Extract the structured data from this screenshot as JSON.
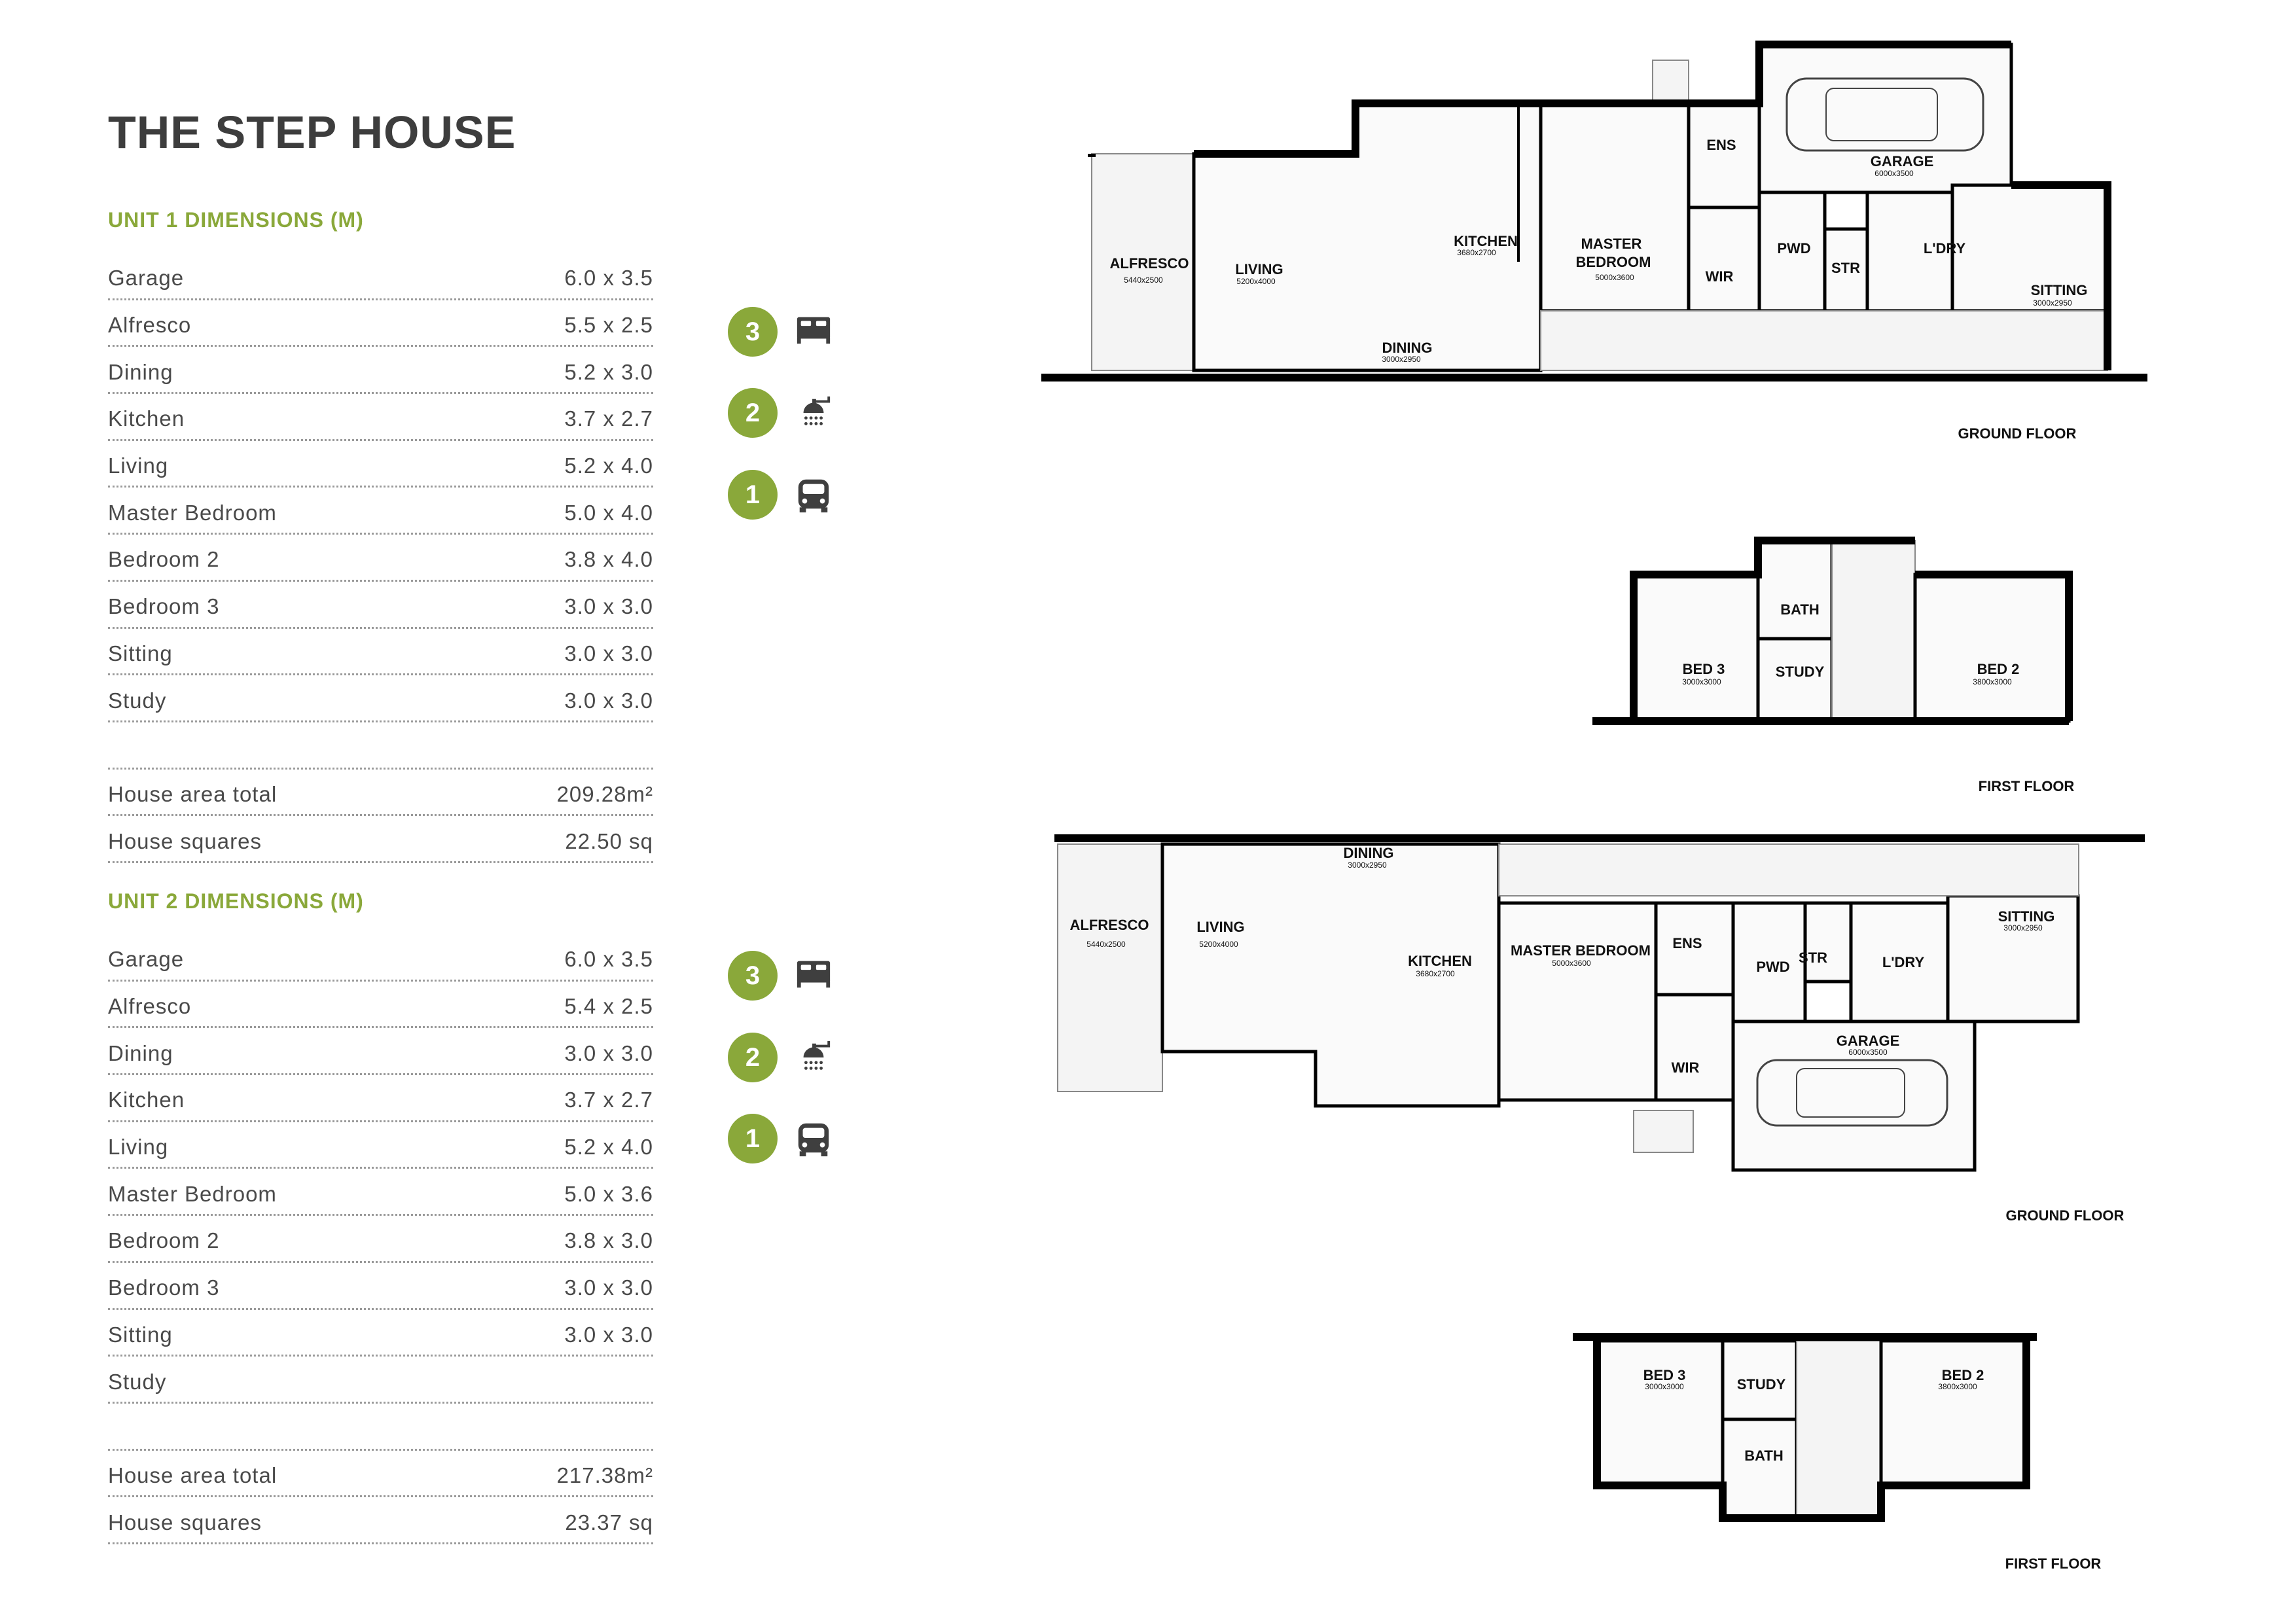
{
  "title": "THE STEP HOUSE",
  "units": [
    {
      "heading": "UNIT 1 DIMENSIONS (M)",
      "rows": [
        {
          "label": "Garage",
          "value": "6.0 x 3.5"
        },
        {
          "label": "Alfresco",
          "value": "5.5 x 2.5"
        },
        {
          "label": "Dining",
          "value": "5.2 x 3.0"
        },
        {
          "label": "Kitchen",
          "value": "3.7 x 2.7"
        },
        {
          "label": "Living",
          "value": "5.2 x 4.0"
        },
        {
          "label": "Master Bedroom",
          "value": "5.0 x 4.0"
        },
        {
          "label": "Bedroom 2",
          "value": "3.8 x 4.0"
        },
        {
          "label": "Bedroom 3",
          "value": "3.0 x 3.0"
        },
        {
          "label": "Sitting",
          "value": "3.0 x 3.0"
        },
        {
          "label": "Study",
          "value": "3.0 x 3.0"
        },
        {
          "label": "",
          "value": ""
        },
        {
          "label": "House area total",
          "value": "209.28m²"
        },
        {
          "label": "House squares",
          "value": "22.50 sq"
        }
      ],
      "features": [
        {
          "count": "3",
          "icon": "bed-icon"
        },
        {
          "count": "2",
          "icon": "shower-icon"
        },
        {
          "count": "1",
          "icon": "car-icon"
        }
      ]
    },
    {
      "heading": "UNIT 2 DIMENSIONS (M)",
      "rows": [
        {
          "label": "Garage",
          "value": "6.0 x 3.5"
        },
        {
          "label": "Alfresco",
          "value": "5.4 x 2.5"
        },
        {
          "label": "Dining",
          "value": "3.0 x 3.0"
        },
        {
          "label": "Kitchen",
          "value": "3.7 x 2.7"
        },
        {
          "label": "Living",
          "value": "5.2 x 4.0"
        },
        {
          "label": "Master Bedroom",
          "value": "5.0 x 3.6"
        },
        {
          "label": "Bedroom 2",
          "value": "3.8 x 3.0"
        },
        {
          "label": "Bedroom 3",
          "value": "3.0 x 3.0"
        },
        {
          "label": "Sitting",
          "value": "3.0 x 3.0"
        },
        {
          "label": "Study",
          "value": ""
        },
        {
          "label": "",
          "value": ""
        },
        {
          "label": "House area total",
          "value": "217.38m²"
        },
        {
          "label": "House squares",
          "value": "23.37 sq"
        }
      ],
      "features": [
        {
          "count": "3",
          "icon": "bed-icon"
        },
        {
          "count": "2",
          "icon": "shower-icon"
        },
        {
          "count": "1",
          "icon": "car-icon"
        }
      ]
    }
  ],
  "plans": {
    "u1g": {
      "alfresco": "ALFRESCO",
      "alfresco_dim": "5440x2500",
      "living": "LIVING",
      "living_dim": "5200x4000",
      "kitchen": "KITCHEN",
      "kitchen_dim": "3680x2700",
      "master1": "MASTER",
      "master2": "BEDROOM",
      "master_dim": "5000x3600",
      "ens": "ENS",
      "wir": "WIR",
      "garage": "GARAGE",
      "garage_dim": "6000x3500",
      "pwd": "PWD",
      "str": "STR",
      "ldry": "L'DRY",
      "sitting": "SITTING",
      "sitting_dim": "3000x2950",
      "dining": "DINING",
      "dining_dim": "3000x2950",
      "floor": "GROUND FLOOR"
    },
    "u1f": {
      "bath": "BATH",
      "bed3": "BED 3",
      "bed3_dim": "3000x3000",
      "study": "STUDY",
      "bed2": "BED 2",
      "bed2_dim": "3800x3000",
      "floor": "FIRST FLOOR"
    },
    "u2g": {
      "dining": "DINING",
      "dining_dim": "3000x2950",
      "alfresco": "ALFRESCO",
      "alfresco_dim": "5440x2500",
      "living": "LIVING",
      "living_dim": "5200x4000",
      "kitchen": "KITCHEN",
      "kitchen_dim": "3680x2700",
      "master": "MASTER BEDROOM",
      "master_dim": "5000x3600",
      "ens": "ENS",
      "pwd": "PWD",
      "str": "STR",
      "ldry": "L'DRY",
      "sitting": "SITTING",
      "sitting_dim": "3000x2950",
      "garage": "GARAGE",
      "garage_dim": "6000x3500",
      "wir": "WIR",
      "floor": "GROUND FLOOR"
    },
    "u2f": {
      "bed3": "BED 3",
      "bed3_dim": "3000x3000",
      "study": "STUDY",
      "bath": "BATH",
      "bed2": "BED 2",
      "bed2_dim": "3800x3000",
      "floor": "FIRST FLOOR"
    }
  }
}
